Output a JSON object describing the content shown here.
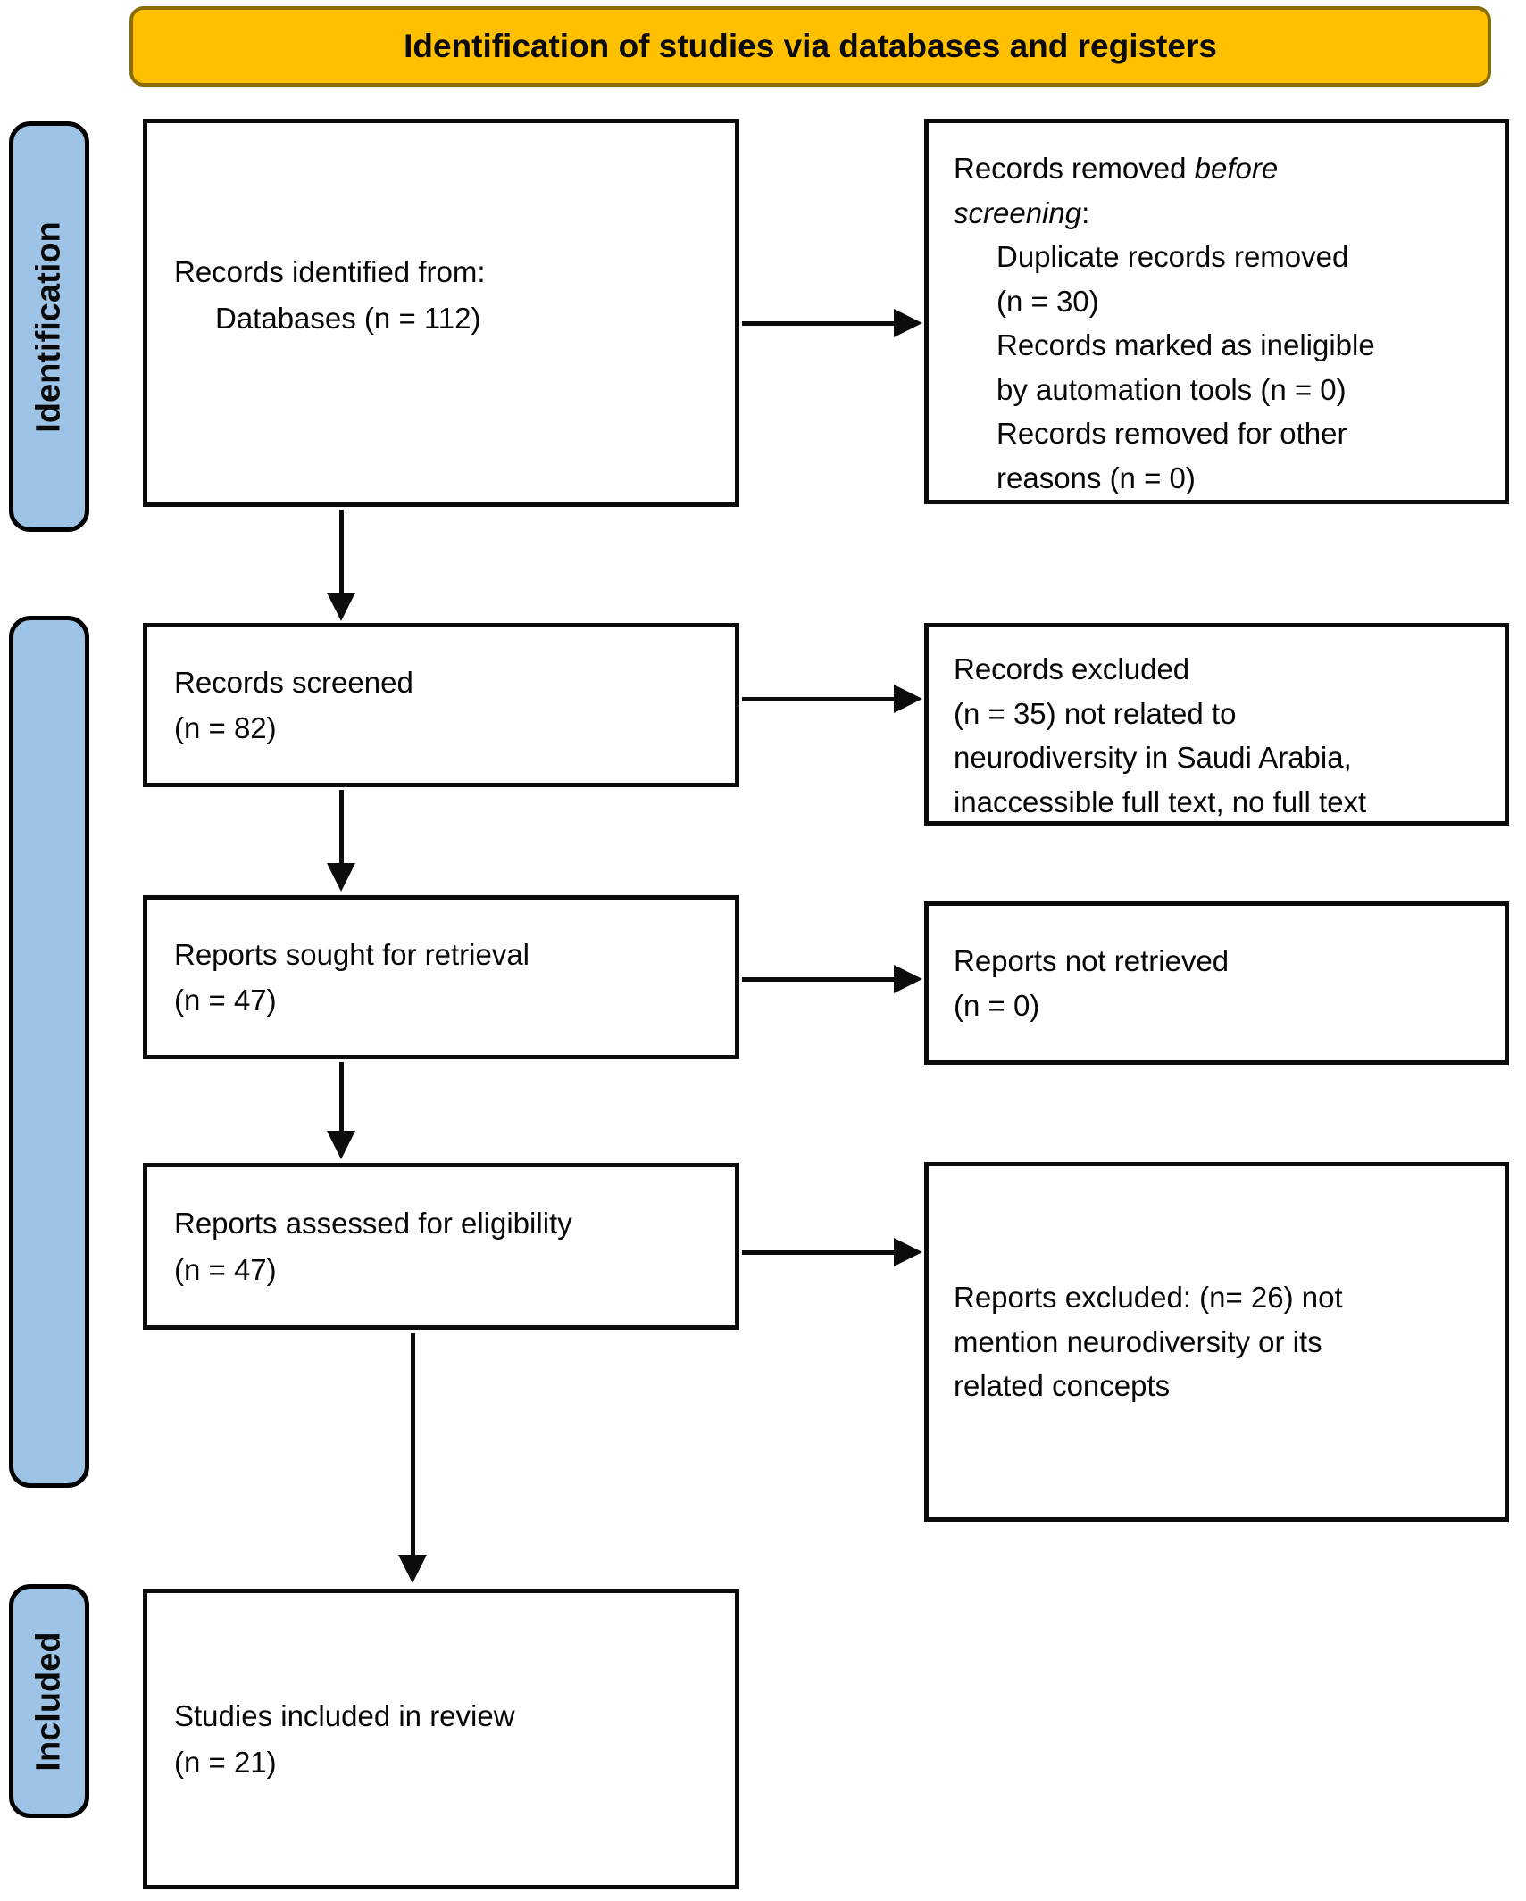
{
  "banner": {
    "title": "Identification of studies via databases and registers",
    "fill": "#FFC000",
    "border": "#8A6D00"
  },
  "sidebar": {
    "fill": "#9DC3E6",
    "stages": [
      {
        "label": "Identification"
      },
      {
        "label": ""
      },
      {
        "label": "Included"
      }
    ]
  },
  "flow": {
    "identified": {
      "line1": "Records identified from:",
      "line2": "Databases (n = 112)"
    },
    "screened": {
      "line1": "Records screened",
      "line2": "(n = 82)"
    },
    "sought": {
      "line1": "Reports sought for retrieval",
      "line2": "(n = 47)"
    },
    "assessed": {
      "line1": "Reports assessed for eligibility",
      "line2": "(n = 47)"
    },
    "included": {
      "line1": "Studies included in review",
      "line2": "(n = 21)"
    }
  },
  "exclusions": {
    "removed_before_screening": {
      "intro_normal": "Records removed ",
      "intro_italic_1": "before",
      "intro_italic_2": "screening",
      "intro_colon": ":",
      "items": [
        "Duplicate records removed",
        "(n = 30)",
        "Records marked as ineligible",
        "by automation tools (n = 0)",
        "Records removed for other",
        "reasons (n = 0)"
      ]
    },
    "records_excluded": {
      "lines": [
        "Records excluded",
        "(n = 35) not related to",
        "neurodiversity in Saudi Arabia,",
        "inaccessible full text, no full text"
      ]
    },
    "not_retrieved": {
      "lines": [
        "Reports not retrieved",
        "(n = 0)"
      ]
    },
    "reports_excluded": {
      "lines": [
        "Reports excluded: (n= 26) not",
        "mention neurodiversity or its",
        "related concepts"
      ]
    }
  }
}
